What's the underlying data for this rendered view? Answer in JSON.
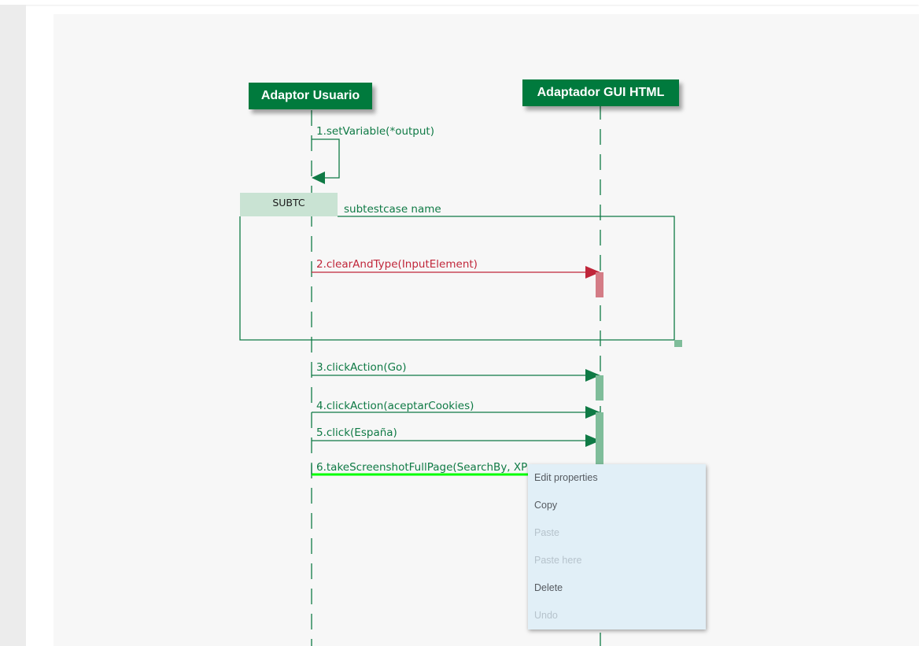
{
  "actors": {
    "user": "Adaptor Usuario",
    "gui": "Adaptador GUI HTML"
  },
  "messages": [
    {
      "label": "1.setVariable(*output)",
      "type": "self",
      "color": "#0f7a45"
    },
    {
      "label": "2.clearAndType(InputElement)",
      "type": "call",
      "color": "#c0263a"
    },
    {
      "label": "3.clickAction(Go)",
      "type": "call",
      "color": "#0f7a45"
    },
    {
      "label": "4.clickAction(aceptarCookies)",
      "type": "call",
      "color": "#0f7a45"
    },
    {
      "label": "5.click(España)",
      "type": "call",
      "color": "#0f7a45"
    },
    {
      "label": "6.takeScreenshotFullPage(SearchBy, XP",
      "type": "call",
      "selected": true,
      "color": "#0f7a45"
    }
  ],
  "frame": {
    "tag": "SUBTC",
    "name": "subtestcase name",
    "color": "#0f7a45"
  },
  "context_menu": {
    "items": [
      {
        "label": "Edit properties",
        "enabled": true
      },
      {
        "label": "Copy",
        "enabled": true
      },
      {
        "label": "Paste",
        "enabled": false
      },
      {
        "label": "Paste here",
        "enabled": false
      },
      {
        "label": "Delete",
        "enabled": true
      },
      {
        "label": "Undo",
        "enabled": false
      }
    ]
  },
  "colors": {
    "accent": "#007a3d",
    "message": "#0f7a45",
    "error": "#c0263a",
    "selection": "#00ff00",
    "menu_bg": "#e1eff7"
  }
}
